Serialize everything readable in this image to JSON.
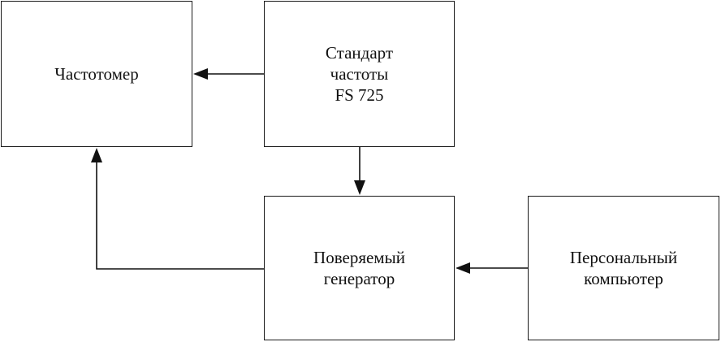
{
  "blocks": {
    "frequency_meter": "Частотомер",
    "frequency_standard": "Стандарт\nчастоты\nFS 725",
    "generator": "Поверяемый\nгенератор",
    "pc": "Персональный\nкомпьютер"
  },
  "colors": {
    "stroke": "#111111",
    "background": "#ffffff"
  }
}
